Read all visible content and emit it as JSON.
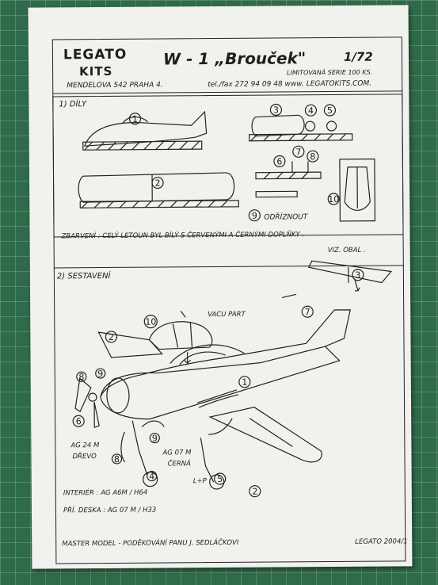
{
  "header": {
    "brand_line1": "LEGATO",
    "brand_line2": "KITS",
    "title": "W - 1 „Brouček\"",
    "scale": "1/72",
    "series": "LIMITOVANÁ SERIE 100 KS.",
    "address": "MENDELOVA 542   PRAHA 4.",
    "contact": "tel./fax 272 94 09 48   www. LEGATOKITS.COM."
  },
  "parts": {
    "section_label": "1) DÍLY",
    "labels": [
      "1",
      "2",
      "3",
      "4",
      "5",
      "6",
      "7",
      "8",
      "9",
      "10"
    ],
    "cut_note": "ODŘÍZNOUT"
  },
  "color_note": {
    "line1": "ZBARVENÍ :  CELÝ LETOUN BYL BÍLÝ S ČERVENÝMI A ČERNÝMI DOPLŇKY .",
    "line2": "VIZ. OBAL ."
  },
  "assembly": {
    "section_label": "2) SESTAVENÍ",
    "vacu_label": "VACU PART",
    "labels": [
      "3",
      "7",
      "10",
      "2",
      "1",
      "9",
      "8",
      "6",
      "9",
      "8",
      "4",
      "5",
      "2"
    ],
    "ag24m": "AG 24 M",
    "drevo": "DŘEVO",
    "ag07m": "AG 07 M",
    "cerna": "ČERNÁ",
    "lp": "L+P",
    "interier": "INTERIÉR :   AG A6M / H64",
    "pristrojovka": "PŘÍ. DESKA :   AG 07 M / H33"
  },
  "footer": {
    "left": "MASTER MODEL  -  PODĚKOVÁNÍ PANU  J. SEDLÁČKOVI",
    "right": "LEGATO 2004/1"
  }
}
